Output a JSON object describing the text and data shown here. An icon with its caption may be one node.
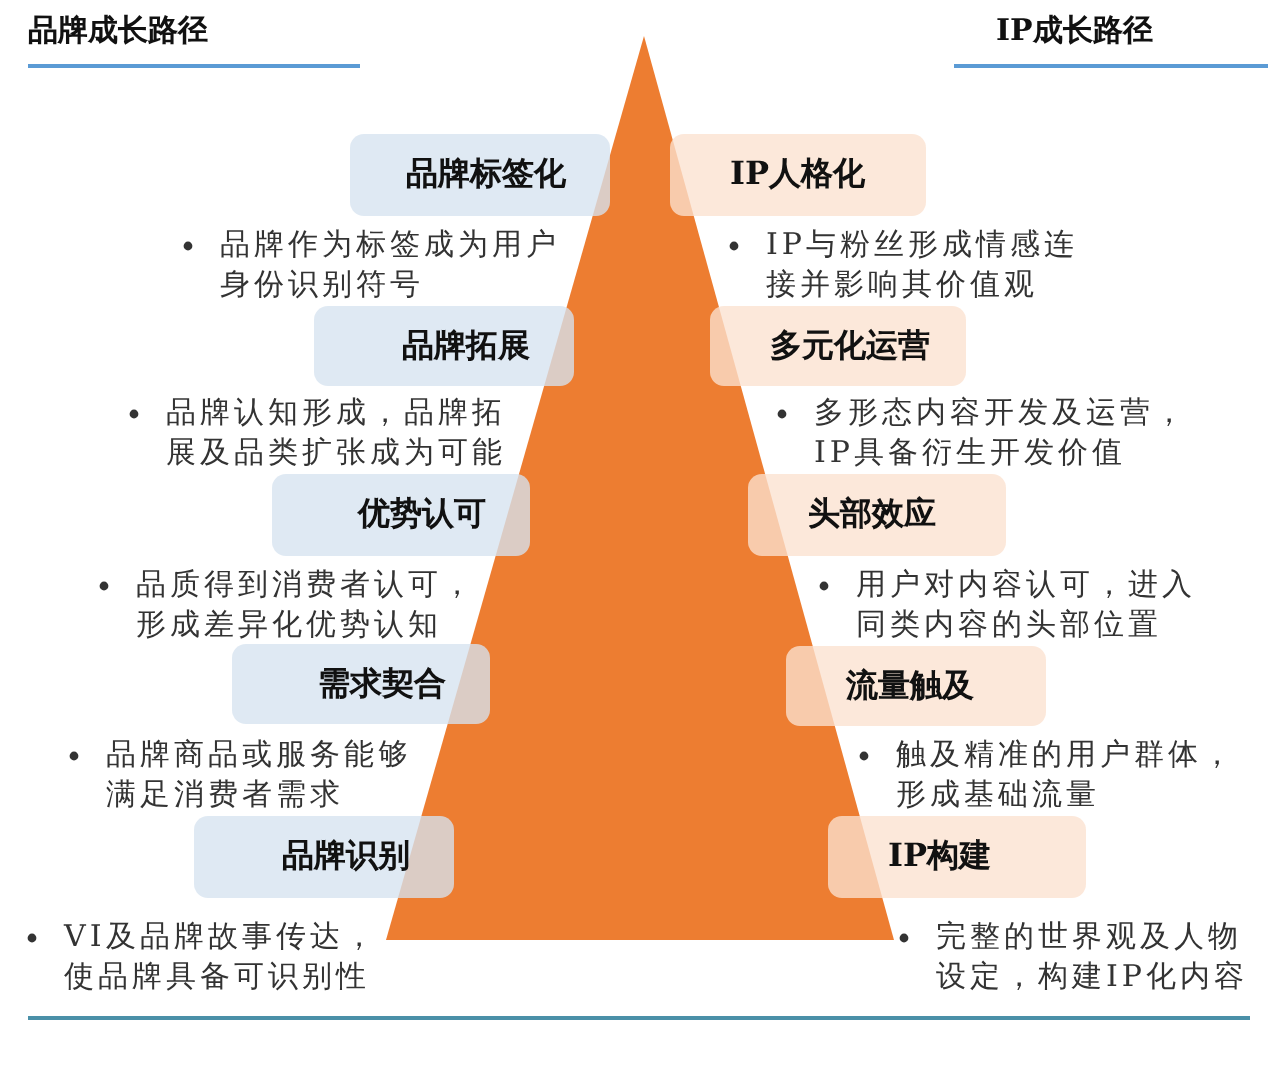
{
  "diagram": {
    "nodes": [
      {
        "text": [
          "品牌标签化"
        ],
        "beside": [
          "品牌作为标签成为用户身份识别符号"
        ]
      },
      {
        "text": [
          "品牌拓展"
        ],
        "beside": [
          "品牌认知形成，品牌拓展及品类扩张成为可能"
        ]
      },
      {
        "text": [
          "优势认可"
        ],
        "beside": [
          "品质得到消费者认可，形成差异化优势认知"
        ]
      },
      {
        "text": [
          "需求契合"
        ],
        "beside": [
          "品牌商品或服务能够满足消费者需求"
        ]
      },
      {
        "text": [
          "品牌识别"
        ],
        "beside": [
          "VI及品牌故事传达，使品牌具备可识别性"
        ]
      },
      {
        "text": [
          "IP人格化"
        ],
        "beside": [
          "IP与粉丝形成情感连接并影响其价值观"
        ]
      },
      {
        "text": [
          "多元化运营"
        ],
        "beside": [
          "多形态内容开发及运营，IP具备衍生开发价值"
        ]
      },
      {
        "text": [
          "头部效应"
        ],
        "beside": [
          "用户对内容认可，进入同类内容的头部位置"
        ]
      },
      {
        "text": [
          "流量触及"
        ],
        "beside": [
          "触及精准的用户群体，形成基础流量"
        ]
      },
      {
        "text": [
          "IP构建"
        ],
        "beside": [
          "完整的世界观及人物设定，构建IP化内容"
        ]
      }
    ],
    "labels": [
      "品牌成长路径",
      "IP成长路径"
    ]
  }
}
